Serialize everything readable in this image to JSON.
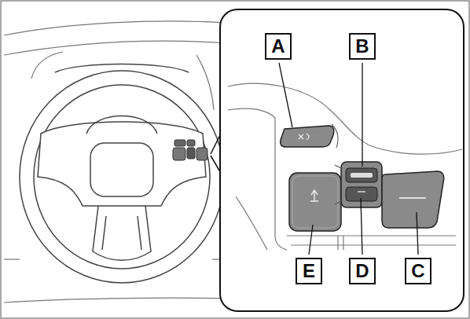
{
  "diagram": {
    "nodes": [
      {
        "text": [
          "A"
        ]
      },
      {
        "text": [
          "B"
        ]
      },
      {
        "text": [
          "E"
        ]
      },
      {
        "text": [
          "D"
        ]
      },
      {
        "text": [
          "C"
        ]
      }
    ]
  }
}
